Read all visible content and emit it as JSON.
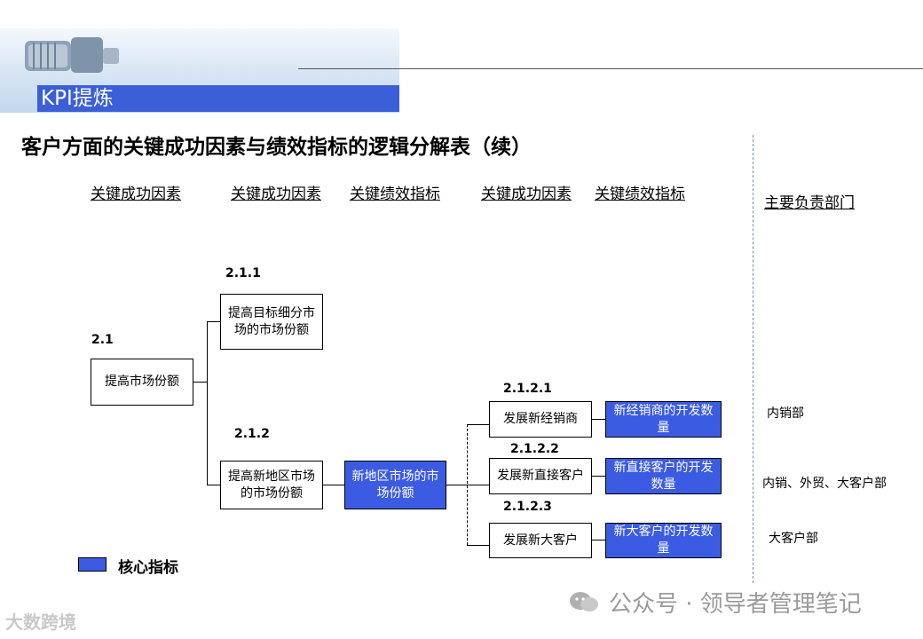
{
  "header": {
    "section_title": "KPI提炼"
  },
  "page": {
    "title": "客户方面的关键成功因素与绩效指标的逻辑分解表（续）"
  },
  "columns": {
    "c1": "关键成功因素",
    "c2": "关键成功因素",
    "c3": "关键绩效指标",
    "c4": "关键成功因素",
    "c5": "关键绩效指标",
    "c6": "主要负责部门"
  },
  "nodes": {
    "n2_1": {
      "code": "2.1",
      "label": "提高市场份额"
    },
    "n2_1_1": {
      "code": "2.1.1",
      "label": "提高目标细分市场的市场份额"
    },
    "n2_1_2": {
      "code": "2.1.2",
      "label": "提高新地区市场的市场份额"
    },
    "k2_1_2": {
      "label": "新地区市场的市场份额"
    },
    "n2_1_2_1": {
      "code": "2.1.2.1",
      "label": "发展新经销商"
    },
    "n2_1_2_2": {
      "code": "2.1.2.2",
      "label": "发展新直接客户"
    },
    "n2_1_2_3": {
      "code": "2.1.2.3",
      "label": "发展新大客户"
    },
    "k2_1_2_1": {
      "label": "新经销商的开发数量"
    },
    "k2_1_2_2": {
      "label": "新直接客户的开发数量"
    },
    "k2_1_2_3": {
      "label": "新大客户的开发数量"
    }
  },
  "departments": {
    "d1": "内销部",
    "d2": "内销、外贸、大客户部",
    "d3": "大客户部"
  },
  "legend": {
    "label": "核心指标",
    "color": "#3c5be3"
  },
  "watermark": {
    "text": "公众号 · 领导者管理笔记"
  },
  "brand": {
    "text": "大数跨境"
  }
}
